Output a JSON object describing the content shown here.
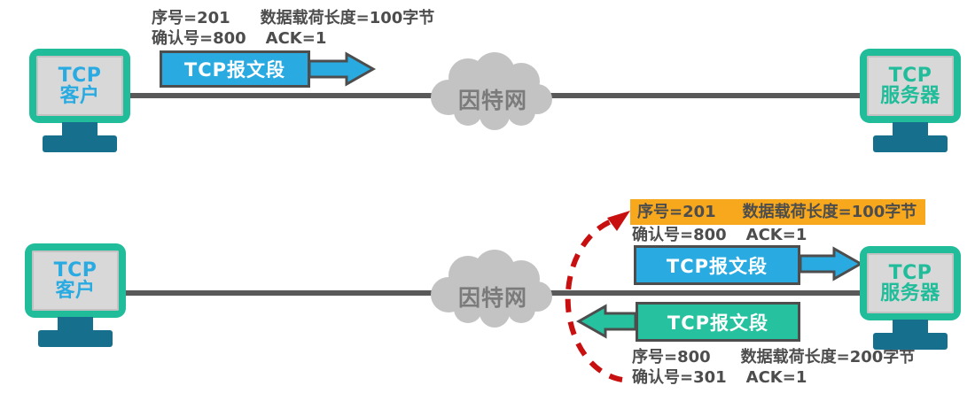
{
  "palette": {
    "segment_blue": "#29ABE2",
    "segment_teal": "#26C2A0",
    "monitor_green": "#21BD9B",
    "stand_dark_teal": "#16708D",
    "link_gray": "#595959",
    "annotation_gray": "#4D4D4D",
    "cloud_gray": "#C3C3C3",
    "highlight_orange": "#F8A81C",
    "dashed_red": "#C81010"
  },
  "labels": {
    "segment": "TCP报文段",
    "internet": "因特网",
    "client_line1": "TCP",
    "client_line2": "客户",
    "server_line1": "TCP",
    "server_line2": "服务器"
  },
  "scene1": {
    "sent_segment": {
      "seq": "序号=201",
      "payload_len": "数据载荷长度=100字节",
      "ack_no": "确认号=800",
      "ack_flag": "ACK=1"
    }
  },
  "scene2": {
    "received_segment": {
      "seq": "序号=201",
      "payload_len": "数据载荷长度=100字节",
      "ack_no": "确认号=800",
      "ack_flag": "ACK=1"
    },
    "reply_segment": {
      "seq": "序号=800",
      "payload_len": "数据载荷长度=200字节",
      "ack_no": "确认号=301",
      "ack_flag": "ACK=1"
    }
  }
}
